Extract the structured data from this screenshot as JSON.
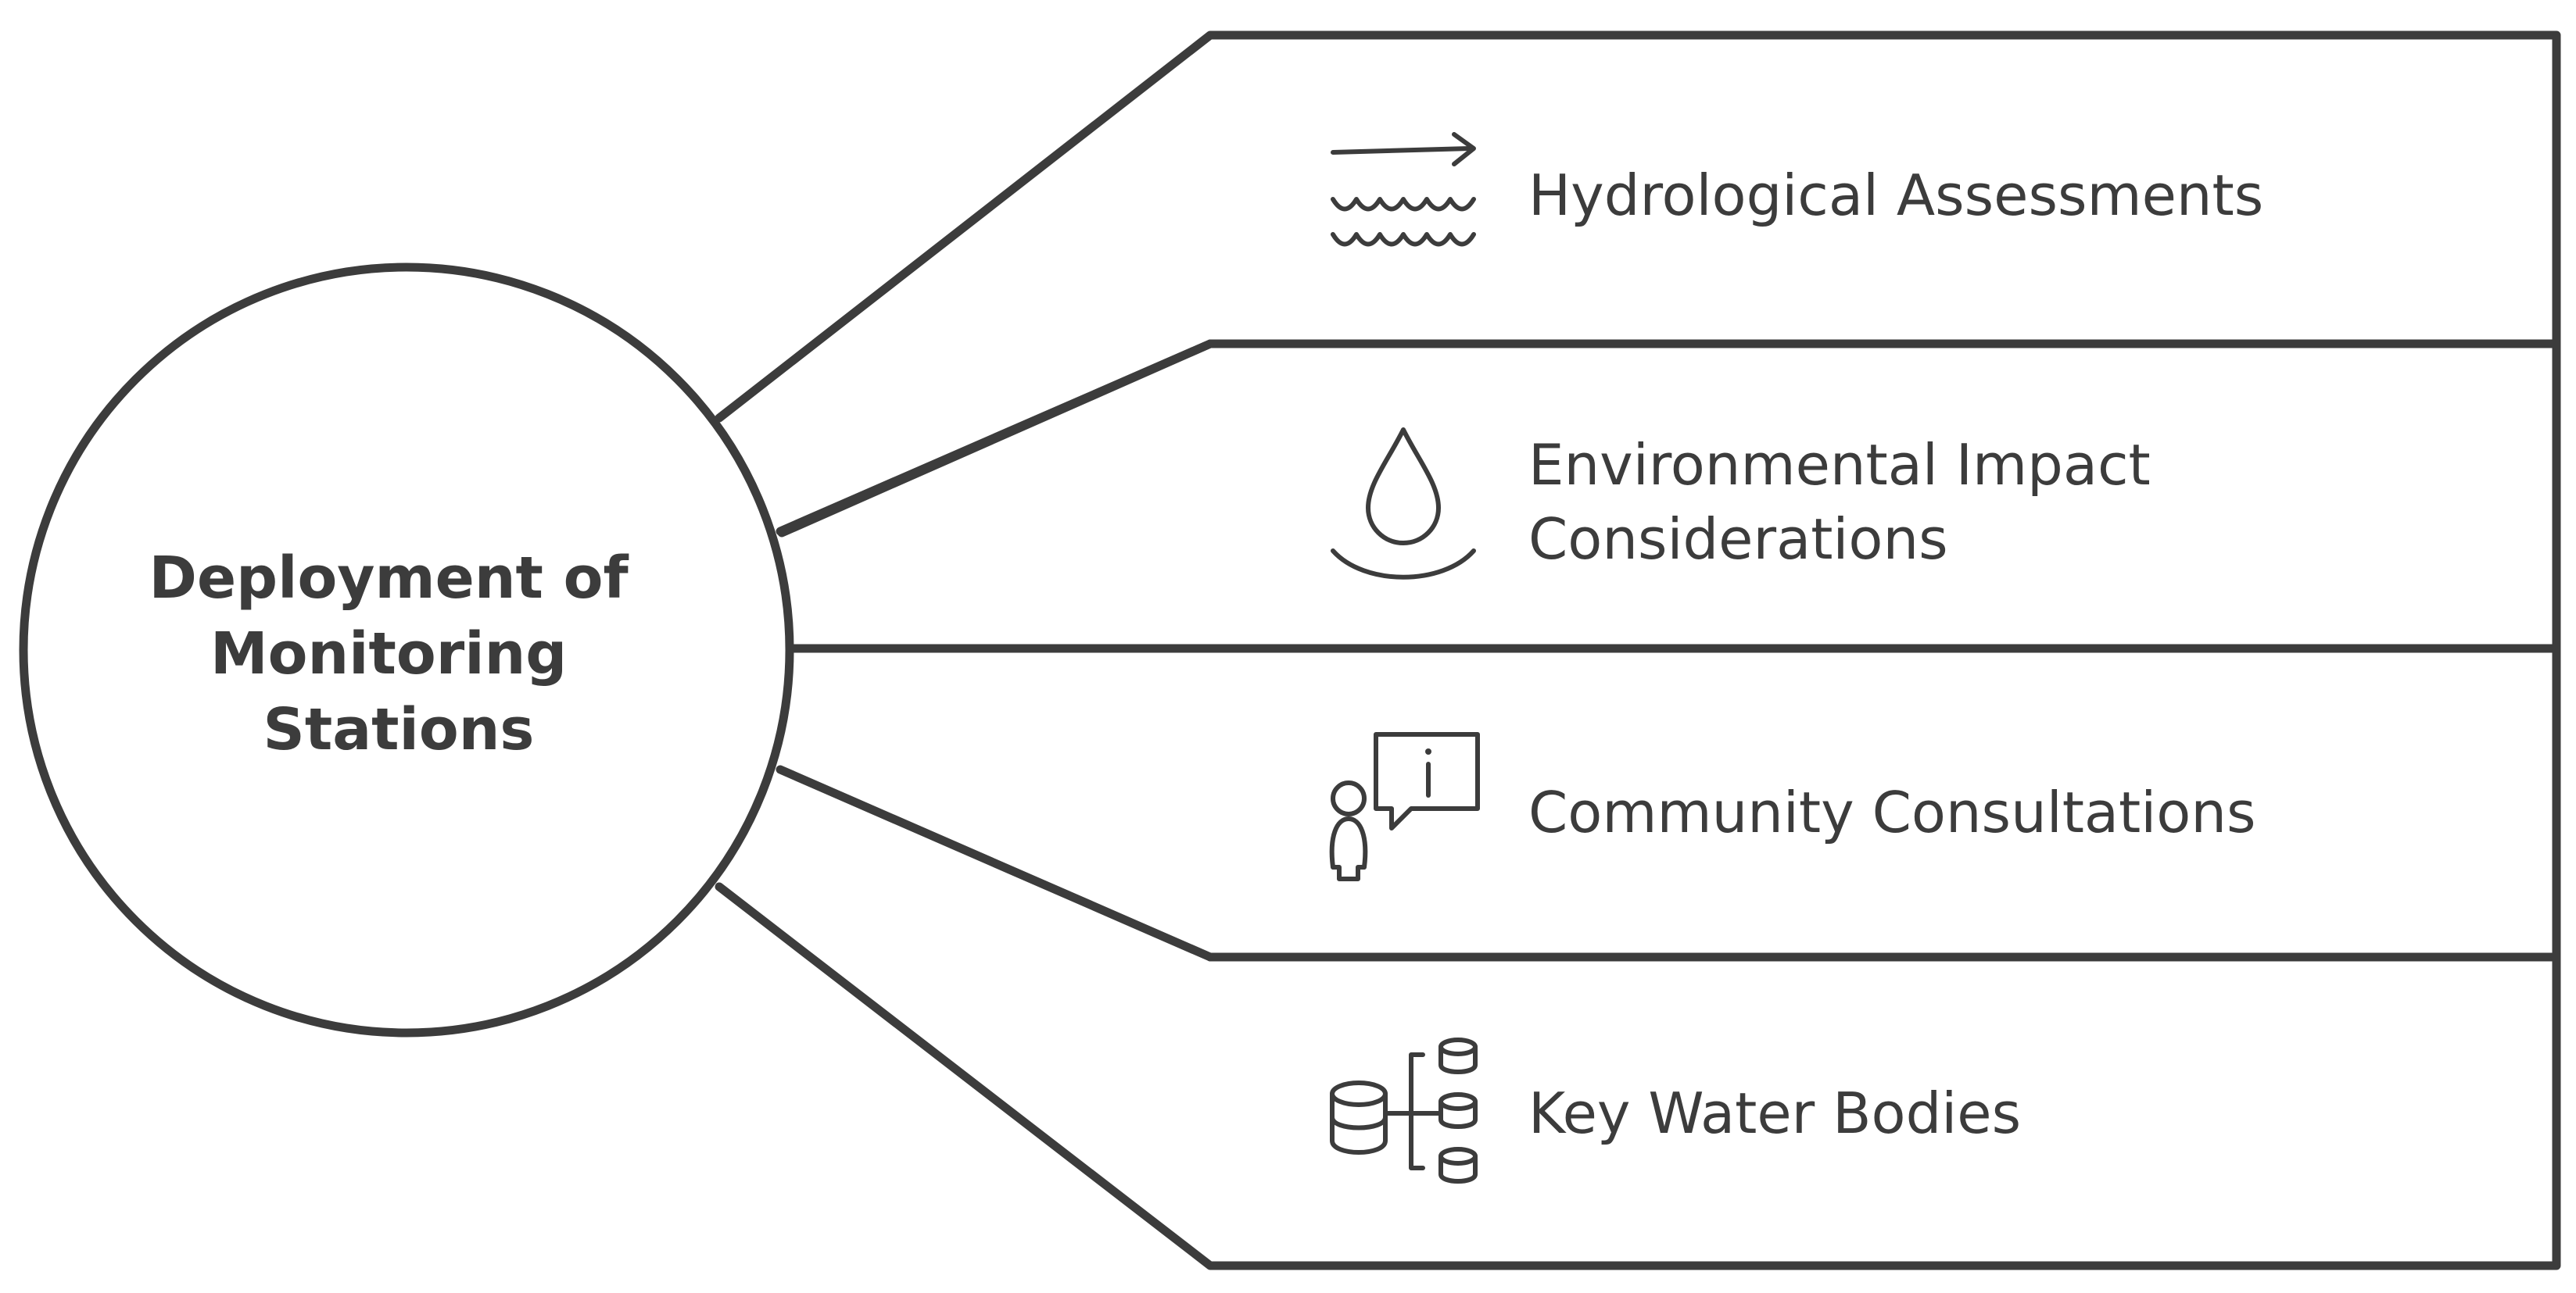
{
  "center": {
    "lines": [
      "Deployment of",
      "Monitoring",
      "Stations"
    ]
  },
  "branches": [
    {
      "lines": [
        "Hydrological Assessments"
      ],
      "icon": "water-flow-icon"
    },
    {
      "lines": [
        "Environmental Impact",
        "Considerations"
      ],
      "icon": "water-drop-icon"
    },
    {
      "lines": [
        "Community Consultations"
      ],
      "icon": "person-info-icon"
    },
    {
      "lines": [
        "Key Water Bodies"
      ],
      "icon": "database-hierarchy-icon"
    }
  ],
  "colors": {
    "stroke": "#3c3c3c",
    "background": "#ffffff"
  }
}
